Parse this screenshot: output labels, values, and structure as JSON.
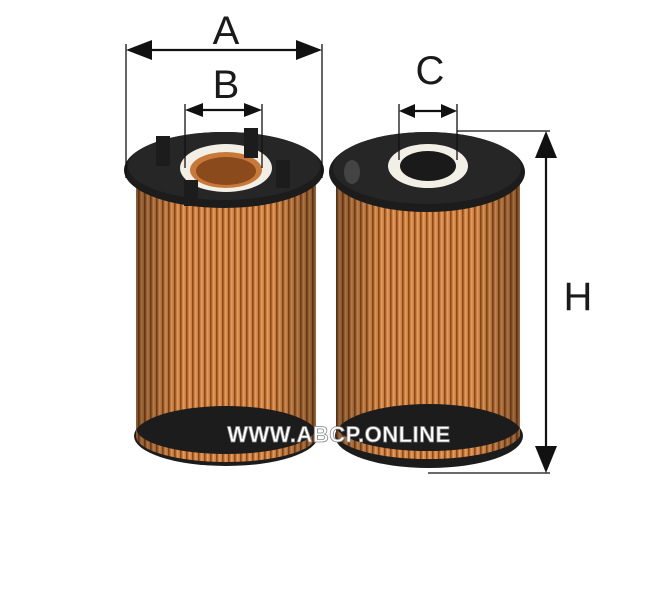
{
  "dimensions": {
    "outer_diameter_label": "A",
    "inner_diameter_label": "B",
    "top_hole_label": "C",
    "height_label": "H"
  },
  "watermark": "WWW.ABCP.ONLINE",
  "colors": {
    "filter_media": "#c8793a",
    "pleat_shadow": "#8a4a1c",
    "end_cap": "#1c1c1c",
    "gasket": "#f2efe6",
    "lines": "#111111"
  }
}
